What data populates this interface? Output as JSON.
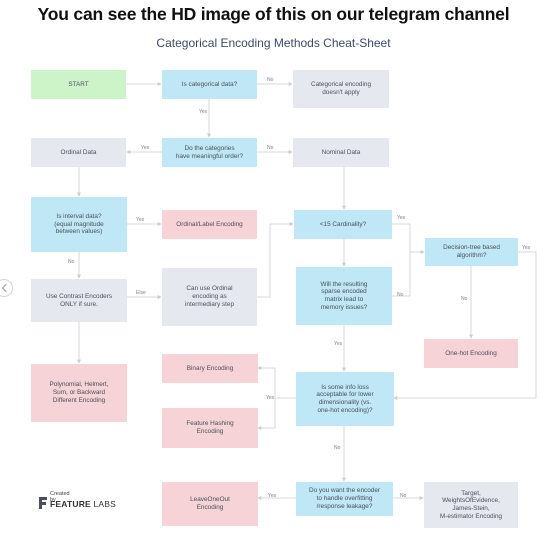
{
  "banner": "You can see the HD image of this on our telegram channel",
  "title": "Categorical Encoding Methods Cheat-Sheet",
  "nodes": {
    "start": "START",
    "is_categorical": "Is categorical data?",
    "not_apply": "Categorical encoding\ndoesn't apply",
    "meaningful_order": "Do the categories\nhave meaningful order?",
    "ordinal_data": "Ordinal Data",
    "nominal_data": "Nominal Data",
    "interval_data": "Is interval data?\n(equal magnitude\nbetween values)",
    "ordinal_label": "Ordinal/Label Encoding",
    "cardinality": "<15 Cardinality?",
    "decision_tree": "Decision-tree based\nalgorithm?",
    "contrast": "Use Contrast Encoders\nONLY if sure.",
    "ordinal_intermediary": "Can use Ordinal\nencoding as\nintermediary step",
    "sparse_matrix": "Will the resulting\nsparse encoded\nmatrix lead to\nmemory issues?",
    "onehot": "One-hot Encoding",
    "polynomial": "Polynomial, Helmert,\nSum, or Backward\nDifferent Encoding",
    "binary": "Binary Encoding",
    "info_loss": "Is some info loss\nacceptable for lower\ndimensionality (vs.\none-hot encoding)?",
    "hashing": "Feature Hashing\nEncoding",
    "leaveoneout": "LeaveOneOut\nEncoding",
    "overfitting": "Do you want the encoder\nto handle overfitting\n/response leakage?",
    "target": "Target,\nWeightsOfEvidence,\nJames-Stein,\nM-estimator Encoding"
  },
  "edge_labels": {
    "no_1": "No",
    "yes_1": "Yes",
    "yes_2": "Yes",
    "no_2": "No",
    "yes_3": "Yes",
    "no_3": "No",
    "else_1": "Else",
    "yes_4": "Yes",
    "yes_5": "Yes",
    "no_4": "No",
    "no_5": "No",
    "yes_6": "Yes",
    "yes_7": "Yes",
    "no_6": "No",
    "yes_8": "Yes",
    "no_7": "No"
  },
  "logo": {
    "created_by": "Created by",
    "brand_bold": "FEATURE",
    "brand_light": " LABS"
  },
  "colors": {
    "start": "#cdf4c9",
    "decision": "#bfe7f6",
    "data_type": "#e5e9ef",
    "encoding": "#f6d3d6",
    "line": "#c9cdd3"
  }
}
